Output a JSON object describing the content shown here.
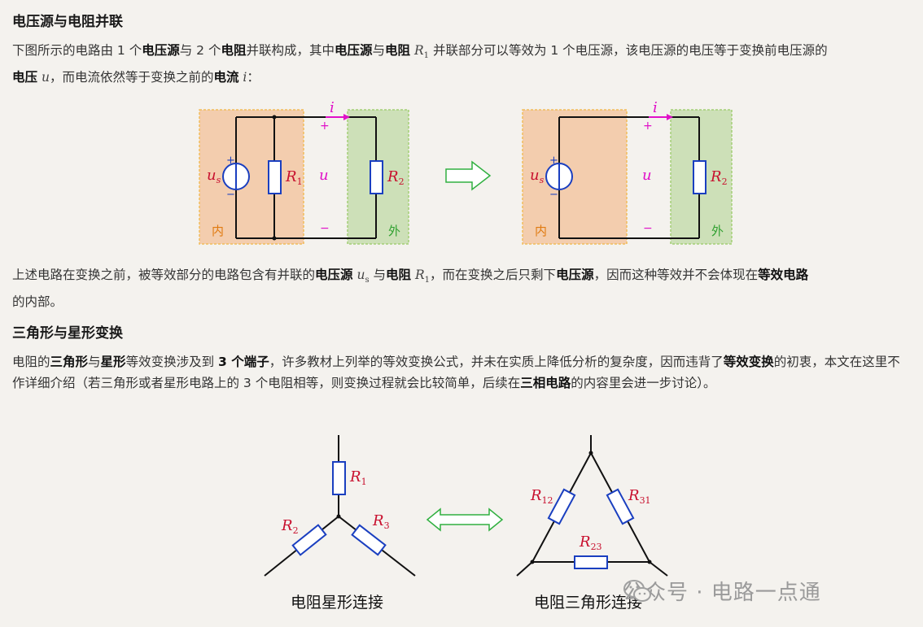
{
  "section1": {
    "title": "电压源与电阻并联",
    "para1": {
      "t1": "下图所示的电路由 1 个",
      "b1": "电压源",
      "t2": "与 2 个",
      "b2": "电阻",
      "t3": "并联构成，其中",
      "b3": "电压源",
      "t4": "与",
      "b4": "电阻",
      "m1": "R",
      "m1sub": "1",
      "t5": " 并联部分可以等效为 1 个电压源，该电压源的电压等于变换前电压源的",
      "b5": "电压",
      "m2": "u",
      "t6": "，而电流依然等于变换之前的",
      "b6": "电流",
      "m3": "i",
      "t7": "："
    },
    "diagram_left": {
      "label_i": "i",
      "label_plus": "+",
      "label_minus": "−",
      "label_us": "u",
      "label_us_sub": "s",
      "label_R1": "R",
      "label_R1_sub": "1",
      "label_u": "u",
      "label_R2": "R",
      "label_R2_sub": "2",
      "label_inner": "内",
      "label_outer": "外"
    },
    "diagram_right": {
      "label_i": "i",
      "label_plus": "+",
      "label_minus": "−",
      "label_us": "u",
      "label_us_sub": "s",
      "label_u": "u",
      "label_R2": "R",
      "label_R2_sub": "2",
      "label_inner": "内",
      "label_outer": "外"
    },
    "para2": {
      "t1": "上述电路在变换之前，被等效部分的电路包含有并联的",
      "b1": "电压源",
      "m1": "u",
      "m1sub": "s",
      "t2": "与",
      "b2": "电阻",
      "m2": "R",
      "m2sub": "1",
      "t3": "，而在变换之后只剩下",
      "b3": "电压源",
      "t4": "，因而这种等效并不会体现在",
      "b4": "等效电路",
      "t5": "的内部。"
    }
  },
  "section2": {
    "title": "三角形与星形变换",
    "para1": {
      "t1": "电阻的",
      "b1": "三角形",
      "t2": "与",
      "b2": "星形",
      "t3": "等效变换涉及到",
      "b3": "3 个端子",
      "t4": "，许多教材上列举的等效变换公式，并未在实质上降低分析的复杂度，因而违背了",
      "b4": "等效变换",
      "t5": "的初衷，本文在这里不作详细介绍（若三角形或者星形电路上的 3 个电阻相等，则变换过程就会比较简单，后续在",
      "b5": "三相电路",
      "t6": "的内容里会进一步讨论）。"
    },
    "star": {
      "R1": "R",
      "R1_sub": "1",
      "R2": "R",
      "R2_sub": "2",
      "R3": "R",
      "R3_sub": "3",
      "caption": "电阻星形连接"
    },
    "delta": {
      "R12": "R",
      "R12_sub": "12",
      "R31": "R",
      "R31_sub": "31",
      "R23": "R",
      "R23_sub": "23",
      "caption": "电阻三角形连接"
    }
  },
  "watermark": {
    "text": "公众号 · 电路一点通",
    "icon": "wechat-icon"
  },
  "colors": {
    "inner_fill": "#f3c9a8",
    "inner_border": "#f2b84a",
    "outer_fill": "#c9dfb3",
    "outer_border": "#9ccc6a",
    "wire": "#111111",
    "component": "#1a3fc0",
    "label_red": "#c8102e",
    "current_magenta": "#e010c8",
    "arrow_green": "#30b040"
  }
}
